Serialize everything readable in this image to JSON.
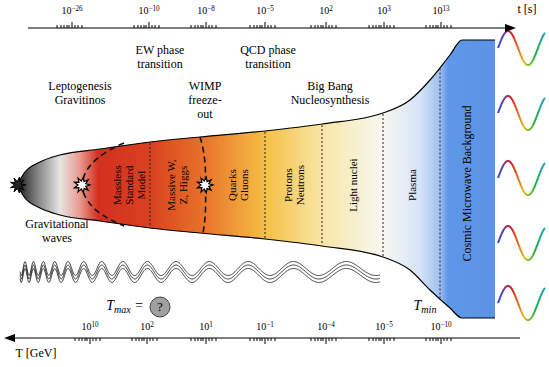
{
  "diagram": {
    "nodes": [
      {
        "text": [
          "Massless Standard Model"
        ]
      },
      {
        "text": [
          "Massive W, Z, Higgs"
        ]
      },
      {
        "text": [
          "Quarks Gluons"
        ]
      },
      {
        "text": [
          "Protons Neutrons"
        ]
      },
      {
        "text": [
          "Light nuclei"
        ]
      },
      {
        "text": [
          "Plasma"
        ]
      },
      {
        "text": [
          "Cosmic Microwave Background"
        ]
      },
      {
        "text": [
          "?"
        ]
      }
    ],
    "labels": [
      "t [s]",
      "10−26",
      "10−10",
      "10−8",
      "10−5",
      "102",
      "103",
      "1013",
      "EW phase transition",
      "QCD phase transition",
      "Leptogenesis Gravitinos",
      "WIMP freeze-out",
      "Big Bang Nucleosynthesis",
      "Gravitational waves",
      "Tmax =",
      "Tmin",
      "T [GeV]",
      "1010",
      "102",
      "101",
      "10−1",
      "10−4",
      "10−5",
      "10−10"
    ]
  }
}
